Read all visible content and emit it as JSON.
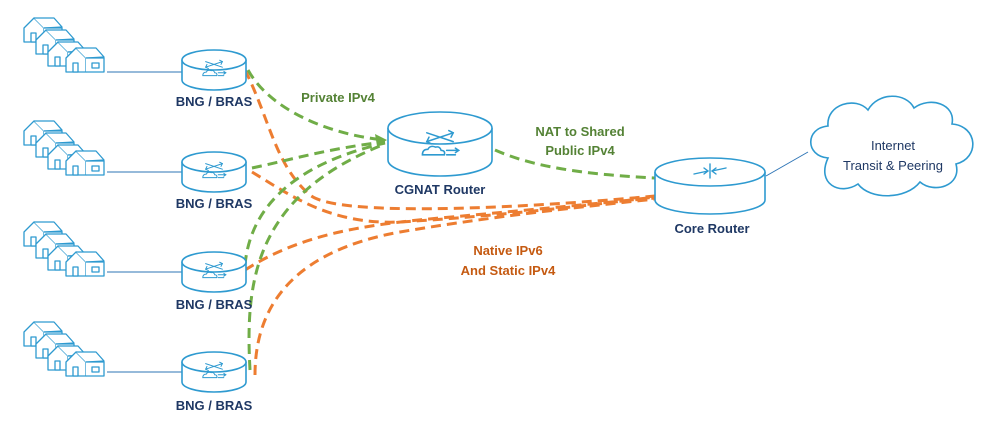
{
  "bng_routers": [
    {
      "label": "BNG / BRAS"
    },
    {
      "label": "BNG / BRAS"
    },
    {
      "label": "BNG / BRAS"
    },
    {
      "label": "BNG / BRAS"
    }
  ],
  "cgnat_router": {
    "label": "CGNAT Router"
  },
  "core_router": {
    "label": "Core Router"
  },
  "internet_cloud": {
    "line1": "Internet",
    "line2": "Transit & Peering"
  },
  "link_labels": {
    "private_ipv4": "Private IPv4",
    "nat_line1": "NAT to Shared",
    "nat_line2": "Public IPv4",
    "native_line1": "Native IPv6",
    "native_line2": "And Static IPv4"
  },
  "colors": {
    "ipv4_private_path": "#70ad47",
    "native_path": "#ed7d31",
    "device_outline": "#2e9ad0",
    "label_text": "#1f3864"
  }
}
